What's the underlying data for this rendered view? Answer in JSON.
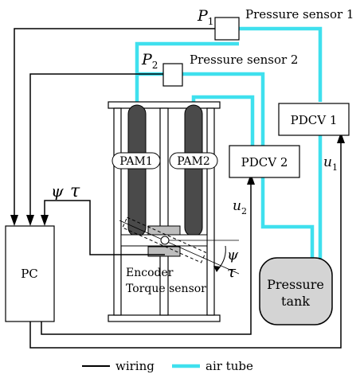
{
  "colors": {
    "wiring": "#000000",
    "air_tube": "#3fe0ee",
    "pam_fill": "#4a4a4a",
    "tank_fill": "#d4d4d4",
    "frame_gray": "#bdbdbd"
  },
  "labels": {
    "p1_symbol": "P",
    "p1_sub": "1",
    "p2_symbol": "P",
    "p2_sub": "2",
    "pressure_sensor_1": "Pressure sensor 1",
    "pressure_sensor_2": "Pressure sensor 2",
    "pdcv1": "PDCV 1",
    "pdcv2": "PDCV 2",
    "pam1": "PAM1",
    "pam2": "PAM2",
    "pc": "PC",
    "tank_line1": "Pressure",
    "tank_line2": "tank",
    "encoder": "Encoder",
    "torque_sensor": "Torque sensor",
    "psi": "ψ",
    "tau": "τ",
    "u_symbol": "u",
    "u1_sub": "1",
    "u2_sub": "2"
  },
  "legend": {
    "wiring": "wiring",
    "air_tube": "air tube"
  }
}
